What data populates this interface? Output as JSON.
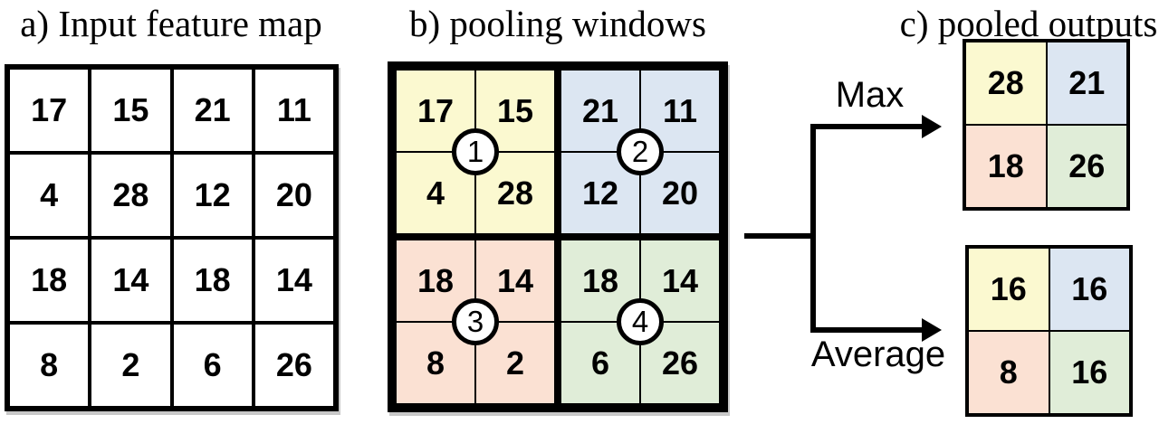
{
  "panel_a": {
    "title": "a) Input feature map",
    "rows": [
      [
        "17",
        "15",
        "21",
        "11"
      ],
      [
        "4",
        "28",
        "12",
        "20"
      ],
      [
        "18",
        "14",
        "18",
        "14"
      ],
      [
        "8",
        "2",
        "6",
        "26"
      ]
    ]
  },
  "panel_b": {
    "title": "b) pooling windows",
    "windows": [
      {
        "id": "1",
        "position": "top-left",
        "cells": [
          "17",
          "15",
          "4",
          "28"
        ]
      },
      {
        "id": "2",
        "position": "top-right",
        "cells": [
          "21",
          "11",
          "12",
          "20"
        ]
      },
      {
        "id": "3",
        "position": "bottom-left",
        "cells": [
          "18",
          "14",
          "8",
          "2"
        ]
      },
      {
        "id": "4",
        "position": "bottom-right",
        "cells": [
          "18",
          "14",
          "6",
          "26"
        ]
      }
    ]
  },
  "panel_c": {
    "title": "c) pooled outputs",
    "max": {
      "label": "Max",
      "cells": [
        "28",
        "21",
        "18",
        "26"
      ]
    },
    "average": {
      "label": "Average",
      "cells": [
        "16",
        "16",
        "8",
        "16"
      ]
    }
  },
  "colors": {
    "window1_yellow": "#FBF9D0",
    "window2_blue": "#DCE6F2",
    "window3_peach": "#FBE1D3",
    "window4_green": "#E0EDD8",
    "line_black": "#000000"
  }
}
